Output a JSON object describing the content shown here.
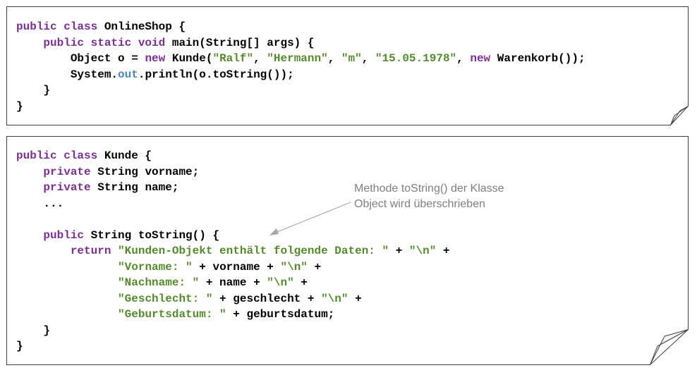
{
  "snippet1": {
    "lines": [
      [
        {
          "t": "public class",
          "c": "kw"
        },
        {
          "t": " OnlineShop {",
          "c": ""
        }
      ],
      [
        {
          "t": "    ",
          "c": ""
        },
        {
          "t": "public static void",
          "c": "kw"
        },
        {
          "t": " main(String[] args) {",
          "c": ""
        }
      ],
      [
        {
          "t": "        Object o = ",
          "c": ""
        },
        {
          "t": "new",
          "c": "kw"
        },
        {
          "t": " Kunde(",
          "c": ""
        },
        {
          "t": "\"Ralf\"",
          "c": "str"
        },
        {
          "t": ", ",
          "c": ""
        },
        {
          "t": "\"Hermann\"",
          "c": "str"
        },
        {
          "t": ", ",
          "c": ""
        },
        {
          "t": "\"m\"",
          "c": "str"
        },
        {
          "t": ", ",
          "c": ""
        },
        {
          "t": "\"15.05.1978\"",
          "c": "str"
        },
        {
          "t": ", ",
          "c": ""
        },
        {
          "t": "new",
          "c": "kw"
        },
        {
          "t": " Warenkorb());",
          "c": ""
        }
      ],
      [
        {
          "t": "        System.",
          "c": ""
        },
        {
          "t": "out",
          "c": "fld"
        },
        {
          "t": ".println(o.toString());",
          "c": ""
        }
      ],
      [
        {
          "t": "    }",
          "c": ""
        }
      ],
      [
        {
          "t": "}",
          "c": ""
        }
      ]
    ]
  },
  "snippet2": {
    "lines": [
      [
        {
          "t": "public class",
          "c": "kw"
        },
        {
          "t": " Kunde {",
          "c": ""
        }
      ],
      [
        {
          "t": "    ",
          "c": ""
        },
        {
          "t": "private",
          "c": "kw"
        },
        {
          "t": " String vorname;",
          "c": ""
        }
      ],
      [
        {
          "t": "    ",
          "c": ""
        },
        {
          "t": "private",
          "c": "kw"
        },
        {
          "t": " String name;",
          "c": ""
        }
      ],
      [
        {
          "t": "    ...",
          "c": ""
        }
      ],
      [
        {
          "t": "",
          "c": ""
        }
      ],
      [
        {
          "t": "    ",
          "c": ""
        },
        {
          "t": "public",
          "c": "kw"
        },
        {
          "t": " String toString() {",
          "c": ""
        }
      ],
      [
        {
          "t": "        ",
          "c": ""
        },
        {
          "t": "return",
          "c": "kw"
        },
        {
          "t": " ",
          "c": ""
        },
        {
          "t": "\"Kunden-Objekt enthält folgende Daten: \"",
          "c": "str"
        },
        {
          "t": " + ",
          "c": ""
        },
        {
          "t": "\"\\n\"",
          "c": "str"
        },
        {
          "t": " +",
          "c": ""
        }
      ],
      [
        {
          "t": "               ",
          "c": ""
        },
        {
          "t": "\"Vorname: \"",
          "c": "str"
        },
        {
          "t": " + vorname + ",
          "c": ""
        },
        {
          "t": "\"\\n\"",
          "c": "str"
        },
        {
          "t": " +",
          "c": ""
        }
      ],
      [
        {
          "t": "               ",
          "c": ""
        },
        {
          "t": "\"Nachname: \"",
          "c": "str"
        },
        {
          "t": " + name + ",
          "c": ""
        },
        {
          "t": "\"\\n\"",
          "c": "str"
        },
        {
          "t": " +",
          "c": ""
        }
      ],
      [
        {
          "t": "               ",
          "c": ""
        },
        {
          "t": "\"Geschlecht: \"",
          "c": "str"
        },
        {
          "t": " + geschlecht + ",
          "c": ""
        },
        {
          "t": "\"\\n\"",
          "c": "str"
        },
        {
          "t": " +",
          "c": ""
        }
      ],
      [
        {
          "t": "               ",
          "c": ""
        },
        {
          "t": "\"Geburtsdatum: \"",
          "c": "str"
        },
        {
          "t": " + geburtsdatum;",
          "c": ""
        }
      ],
      [
        {
          "t": "    }",
          "c": ""
        }
      ],
      [
        {
          "t": "}",
          "c": ""
        }
      ]
    ]
  },
  "annotation": {
    "line1": "Methode toString() der Klasse",
    "line2": "Object wird überschrieben"
  },
  "colors": {
    "keyword": "#7a2f91",
    "string": "#548a2d",
    "field": "#4a86c5",
    "annotation": "#7f7f7f"
  }
}
